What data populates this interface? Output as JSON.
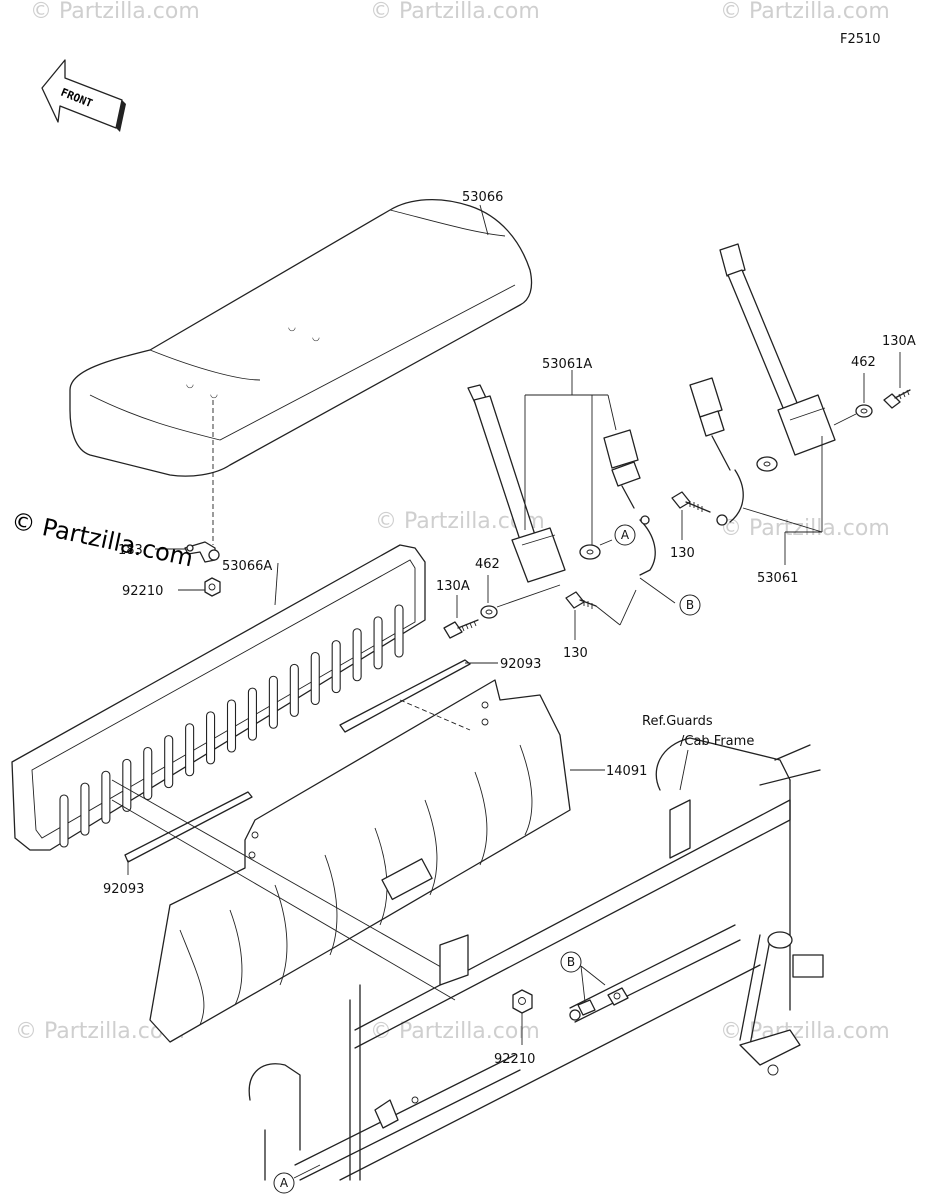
{
  "figure_code": "F2510",
  "front_arrow_label": "FRONT",
  "reference_note_line1": "Ref.Guards",
  "reference_note_line2": "/Cab Frame",
  "parts": {
    "seat_cushion": "53066",
    "seat_back": "53066A",
    "seat_belt_left": "53061A",
    "seat_belt_right": "53061",
    "bolt_130a_right": "130A",
    "bolt_130a_left": "130A",
    "washer_462_right": "462",
    "washer_462_left": "462",
    "bolt_130_right": "130",
    "bolt_130_left": "130",
    "clip_183": "183",
    "nut_92210_top": "92210",
    "nut_92210_bottom": "92210",
    "strip_92093_upper": "92093",
    "strip_92093_lower": "92093",
    "panel_14091": "14091"
  },
  "callouts": {
    "a": "A",
    "b": "B"
  },
  "watermarks": {
    "text": "© Partzilla.com",
    "strong": "© Partzilla.com"
  }
}
